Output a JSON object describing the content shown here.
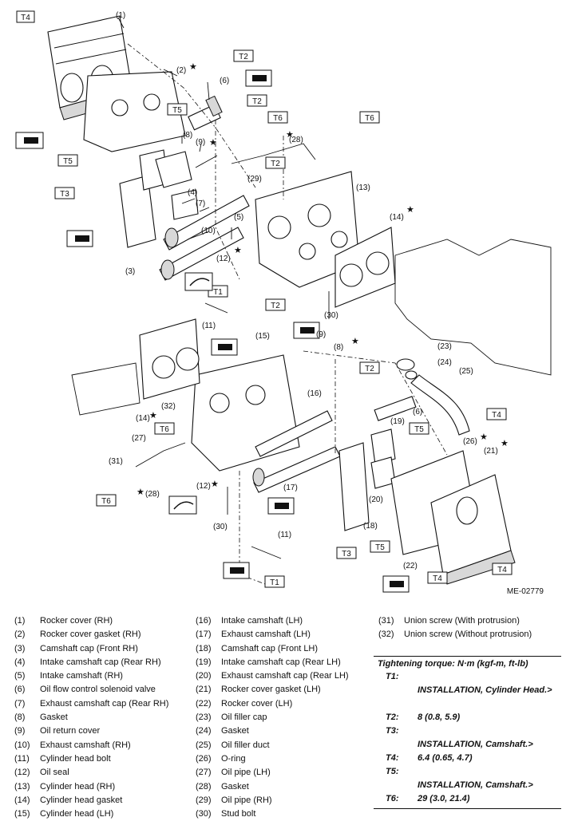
{
  "figure_code": "ME-02779",
  "torque_callouts": [
    "T1",
    "T2",
    "T3",
    "T4",
    "T5",
    "T6"
  ],
  "legend": [
    {
      "num": "(1)",
      "label": "Rocker cover (RH)"
    },
    {
      "num": "(2)",
      "label": "Rocker cover gasket (RH)"
    },
    {
      "num": "(3)",
      "label": "Camshaft cap (Front RH)"
    },
    {
      "num": "(4)",
      "label": "Intake camshaft cap (Rear RH)"
    },
    {
      "num": "(5)",
      "label": "Intake camshaft (RH)"
    },
    {
      "num": "(6)",
      "label": "Oil flow control solenoid valve"
    },
    {
      "num": "(7)",
      "label": "Exhaust camshaft cap (Rear RH)"
    },
    {
      "num": "(8)",
      "label": "Gasket"
    },
    {
      "num": "(9)",
      "label": "Oil return cover"
    },
    {
      "num": "(10)",
      "label": "Exhaust camshaft (RH)"
    },
    {
      "num": "(11)",
      "label": "Cylinder head bolt"
    },
    {
      "num": "(12)",
      "label": "Oil seal"
    },
    {
      "num": "(13)",
      "label": "Cylinder head (RH)"
    },
    {
      "num": "(14)",
      "label": "Cylinder head gasket"
    },
    {
      "num": "(15)",
      "label": "Cylinder head (LH)"
    },
    {
      "num": "(16)",
      "label": "Intake camshaft (LH)"
    },
    {
      "num": "(17)",
      "label": "Exhaust camshaft (LH)"
    },
    {
      "num": "(18)",
      "label": "Camshaft cap (Front LH)"
    },
    {
      "num": "(19)",
      "label": "Intake camshaft cap (Rear LH)"
    },
    {
      "num": "(20)",
      "label": "Exhaust camshaft cap (Rear LH)"
    },
    {
      "num": "(21)",
      "label": "Rocker cover gasket (LH)"
    },
    {
      "num": "(22)",
      "label": "Rocker cover (LH)"
    },
    {
      "num": "(23)",
      "label": "Oil filler cap"
    },
    {
      "num": "(24)",
      "label": "Gasket"
    },
    {
      "num": "(25)",
      "label": "Oil filler duct"
    },
    {
      "num": "(26)",
      "label": "O-ring"
    },
    {
      "num": "(27)",
      "label": "Oil pipe (LH)"
    },
    {
      "num": "(28)",
      "label": "Gasket"
    },
    {
      "num": "(29)",
      "label": "Oil pipe (RH)"
    },
    {
      "num": "(30)",
      "label": "Stud bolt"
    },
    {
      "num": "(31)",
      "label": "Union screw (With protrusion)"
    },
    {
      "num": "(32)",
      "label": "Union screw (Without protrusion)"
    }
  ],
  "torque": {
    "heading": "Tightening torque: N·m (kgf-m, ft-lb)",
    "rows": [
      {
        "key": "T1:",
        "value": ""
      },
      {
        "key": "",
        "value": "INSTALLATION, Cylinder Head.>"
      },
      {
        "key": "T2:",
        "value": "8 (0.8, 5.9)"
      },
      {
        "key": "T3:",
        "value": ""
      },
      {
        "key": "",
        "value": "INSTALLATION, Camshaft.>"
      },
      {
        "key": "T4:",
        "value": "6.4 (0.65, 4.7)"
      },
      {
        "key": "T5:",
        "value": ""
      },
      {
        "key": "",
        "value": "INSTALLATION, Camshaft.>"
      },
      {
        "key": "T6:",
        "value": "29 (3.0, 21.4)"
      }
    ]
  }
}
